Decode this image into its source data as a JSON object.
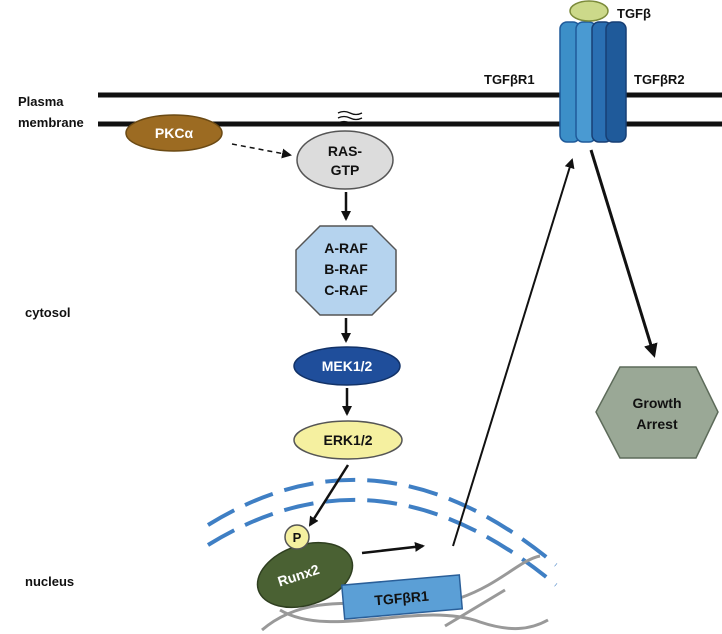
{
  "labels": {
    "plasma_membrane_line1": "Plasma",
    "plasma_membrane_line2": "membrane",
    "cytosol": "cytosol",
    "nucleus": "nucleus"
  },
  "nodes": {
    "pkca": "PKCα",
    "ras_line1": "RAS-",
    "ras_line2": "GTP",
    "araf": "A-RAF",
    "braf": "B-RAF",
    "craf": "C-RAF",
    "mek": "MEK1/2",
    "erk": "ERK1/2",
    "phospho": "P",
    "runx2": "Runx2",
    "tgfbr1_gene": "TGFβR1",
    "growth_line1": "Growth",
    "growth_line2": "Arrest"
  },
  "receptor": {
    "ligand": "TGFβ",
    "r1": "TGFβR1",
    "r2": "TGFβR2"
  },
  "colors": {
    "pkca": "#9c6b22",
    "ras": "#dcdcdc",
    "raf": "#b5d3ee",
    "mek": "#1f4e9b",
    "erk": "#f5f0a0",
    "runx2": "#4a6133",
    "gene": "#5b9fd6",
    "growth": "#9aa896",
    "receptor_r1": "#3c8fc8",
    "receptor_r2": "#1f5a9a",
    "ligand": "#ccd98a",
    "nuclear_envelope": "#3f7fc4"
  }
}
